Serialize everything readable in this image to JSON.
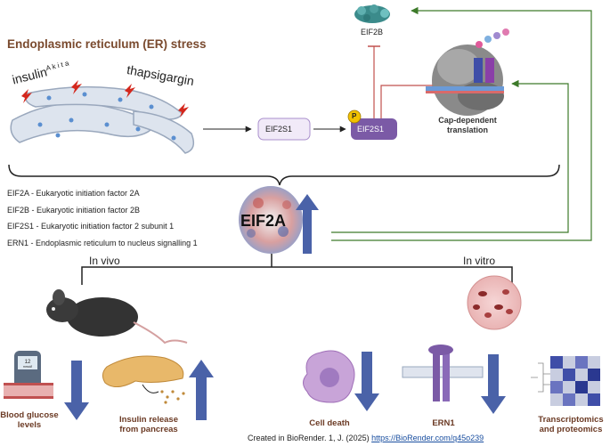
{
  "header": {
    "title": "Endoplasmic reticulum (ER) stress"
  },
  "stressors": {
    "insulin_base": "insulin",
    "insulin_sup": "A k i t a",
    "thapsigargin": "thapsigargin"
  },
  "proteins": {
    "eif2b": "EIF2B",
    "eif2s1": "EIF2S1",
    "eif2s1_p": "EIF2S1",
    "phospho": "P",
    "eif2a": "EIF2A"
  },
  "translation": {
    "label": "Cap-dependent translation"
  },
  "abbreviations": [
    "EIF2A - Eukaryotic initiation factor 2A",
    "EIF2B - Eukaryotic initiation factor 2B",
    "EIF2S1 - Eukaryotic initiation factor 2 subunit 1",
    "ERN1 - Endoplasmic reticulum to nucleus signalling 1"
  ],
  "branches": {
    "in_vivo": "In vivo",
    "in_vitro": "In vitro"
  },
  "outcomes": {
    "blood_glucose": "Blood glucose levels",
    "insulin_release": "Insulin release from pancreas",
    "cell_death": "Cell death",
    "ern1": "ERN1",
    "omics": "Transcriptomics and proteomics"
  },
  "meter": {
    "reading": "12",
    "unit": "mmol/l"
  },
  "credit": {
    "prefix": "Created in BioRender. 1, J. (2025)",
    "link": "https://BioRender.com/q45o239"
  },
  "colors": {
    "title": "#7a4a2e",
    "arrow_blue": "#4a62a8",
    "inhibit_red": "#c0504d",
    "feedback_green": "#3d7a2a",
    "eif2s1_purple": "#7b5aa6"
  }
}
